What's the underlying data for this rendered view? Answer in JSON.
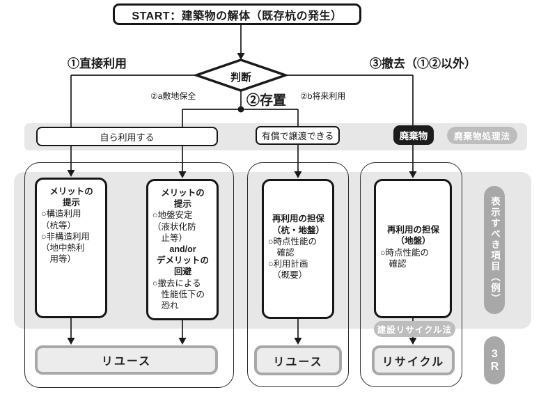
{
  "start": {
    "label": "START：建築物の解体（既存杭の発生）"
  },
  "decision": {
    "label": "判断"
  },
  "branches": {
    "direct_use": "①直接利用",
    "leave_in_place": "②存置",
    "site_preservation": "②a敷地保全",
    "future_use": "②b将来利用",
    "removal": "③撤去（①②以外）"
  },
  "middle_row": {
    "self_use": "自ら利用する",
    "transfer_paid": "有償で譲渡できる",
    "waste": "廃棄物",
    "waste_law_pill": "廃棄物処理法"
  },
  "boxes": {
    "box1": {
      "heading1": "メリットの",
      "heading2": "提示",
      "lines": [
        "○構造利用",
        "（杭等）",
        "○非構造利用",
        "（地中熱利",
        "　用等）"
      ]
    },
    "box2": {
      "heading1": "メリットの",
      "heading2": "提示",
      "lines1": [
        "○地盤安定",
        "（液状化防",
        "　止等）"
      ],
      "andor": "and/or",
      "heading3": "デメリットの",
      "heading4": "回避",
      "lines2": [
        "○撤去による",
        "　性能低下の",
        "　恐れ"
      ]
    },
    "box3": {
      "heading1": "再利用の担保",
      "heading2": "（杭・地盤）",
      "lines": [
        "○時点性能の",
        "　確認",
        "○利用計画",
        "　（概要）"
      ]
    },
    "box4": {
      "heading1": "再利用の担保",
      "heading2": "（地盤）",
      "lines": [
        "○時点性能の",
        "　確認"
      ]
    }
  },
  "outcomes": {
    "reuse1": "リユース",
    "reuse2": "リユース",
    "recycle": "リサイクル"
  },
  "pills": {
    "recycle_law": "建設リサイクル法",
    "display_items": "表示すべき項目（例）",
    "three_r": "3R"
  },
  "colors": {
    "line": "#1a1a1a",
    "gray_area": "#e7e7e7",
    "pill_gray": "#bdbdbd",
    "side_pill_gray": "#a8a8a8",
    "outcome_border": "#a8a8a8",
    "waste_black": "#1c1c1c"
  }
}
